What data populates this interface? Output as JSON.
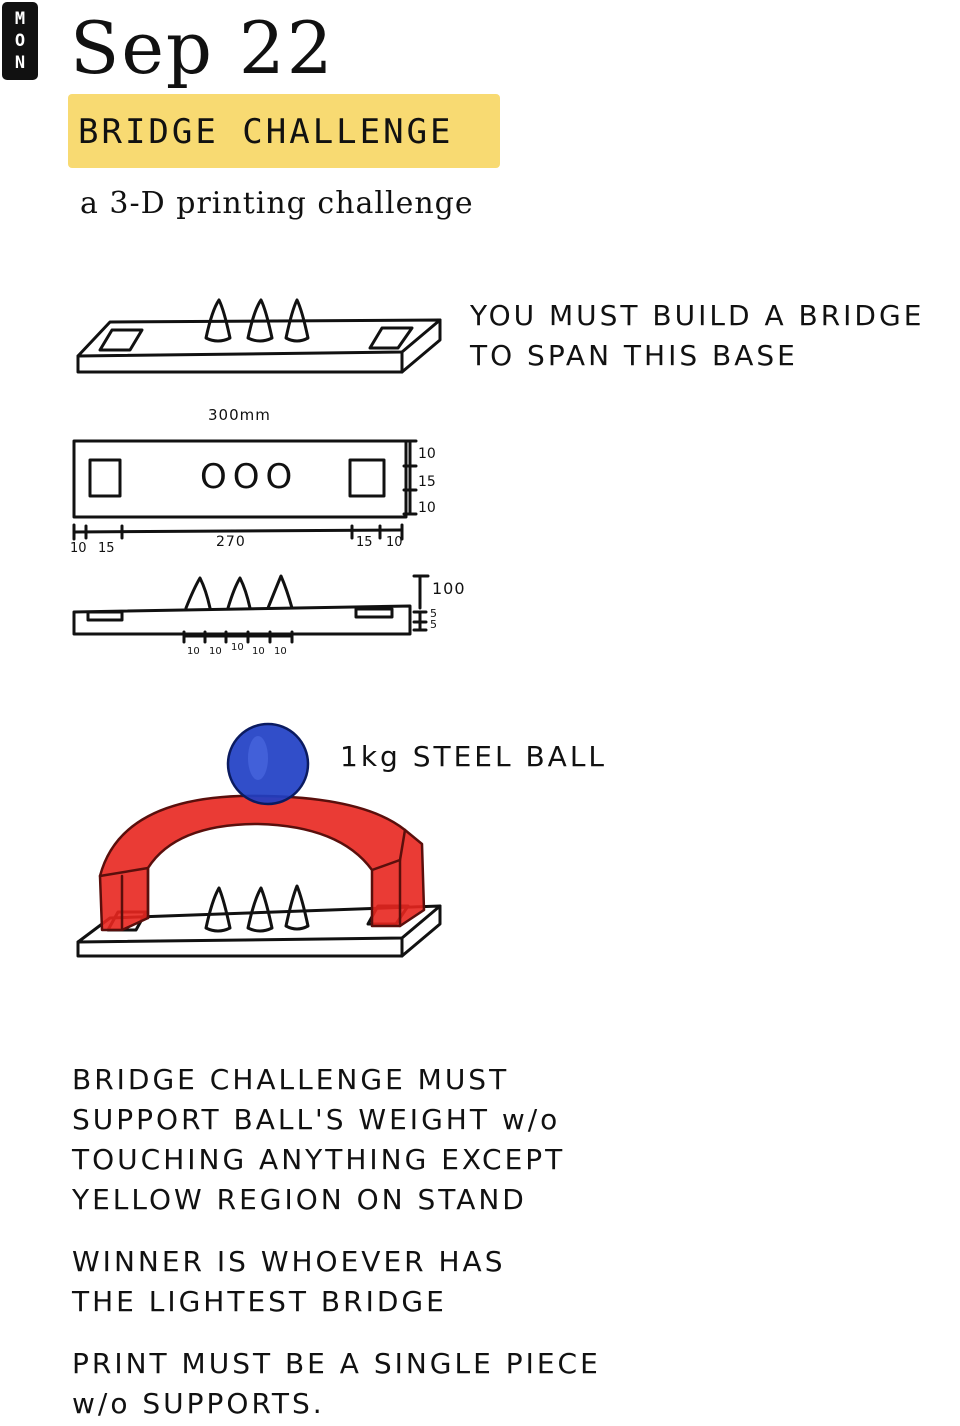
{
  "header": {
    "day_letters": [
      "M",
      "O",
      "N"
    ],
    "date": "Sep 22",
    "title": "BRIDGE CHALLENGE",
    "subtitle": "a 3-D printing challenge",
    "highlight_color": "#f8d86a"
  },
  "notes": {
    "base_note_lines": [
      "YOU MUST BUILD A BRIDGE",
      "TO SPAN THIS BASE"
    ],
    "ball_note": "1kg STEEL BALL"
  },
  "drawing_labels": {
    "top_width": "300mm",
    "right_dims": [
      "10",
      "15",
      "10"
    ],
    "bottom_left_dims": [
      "10",
      "15"
    ],
    "bottom_center_dim": "270",
    "bottom_right_dims": [
      "15",
      "10"
    ],
    "side_height": "100",
    "side_small_dims": [
      "5",
      "5"
    ],
    "spike_spacing_dims": [
      "10",
      "10",
      "10",
      "10",
      "10"
    ],
    "holes_label": "OOO"
  },
  "colors": {
    "bridge": "#e8261f",
    "ball": "#1f3fc4"
  },
  "rules": {
    "lines": [
      "BRIDGE CHALLENGE MUST",
      "SUPPORT BALL'S WEIGHT w/o",
      "TOUCHING ANYTHING EXCEPT",
      "YELLOW REGION ON STAND",
      "",
      "WINNER IS WHOEVER HAS",
      "THE LIGHTEST BRIDGE",
      "",
      "PRINT MUST BE A SINGLE PIECE",
      "w/o SUPPORTS."
    ]
  }
}
